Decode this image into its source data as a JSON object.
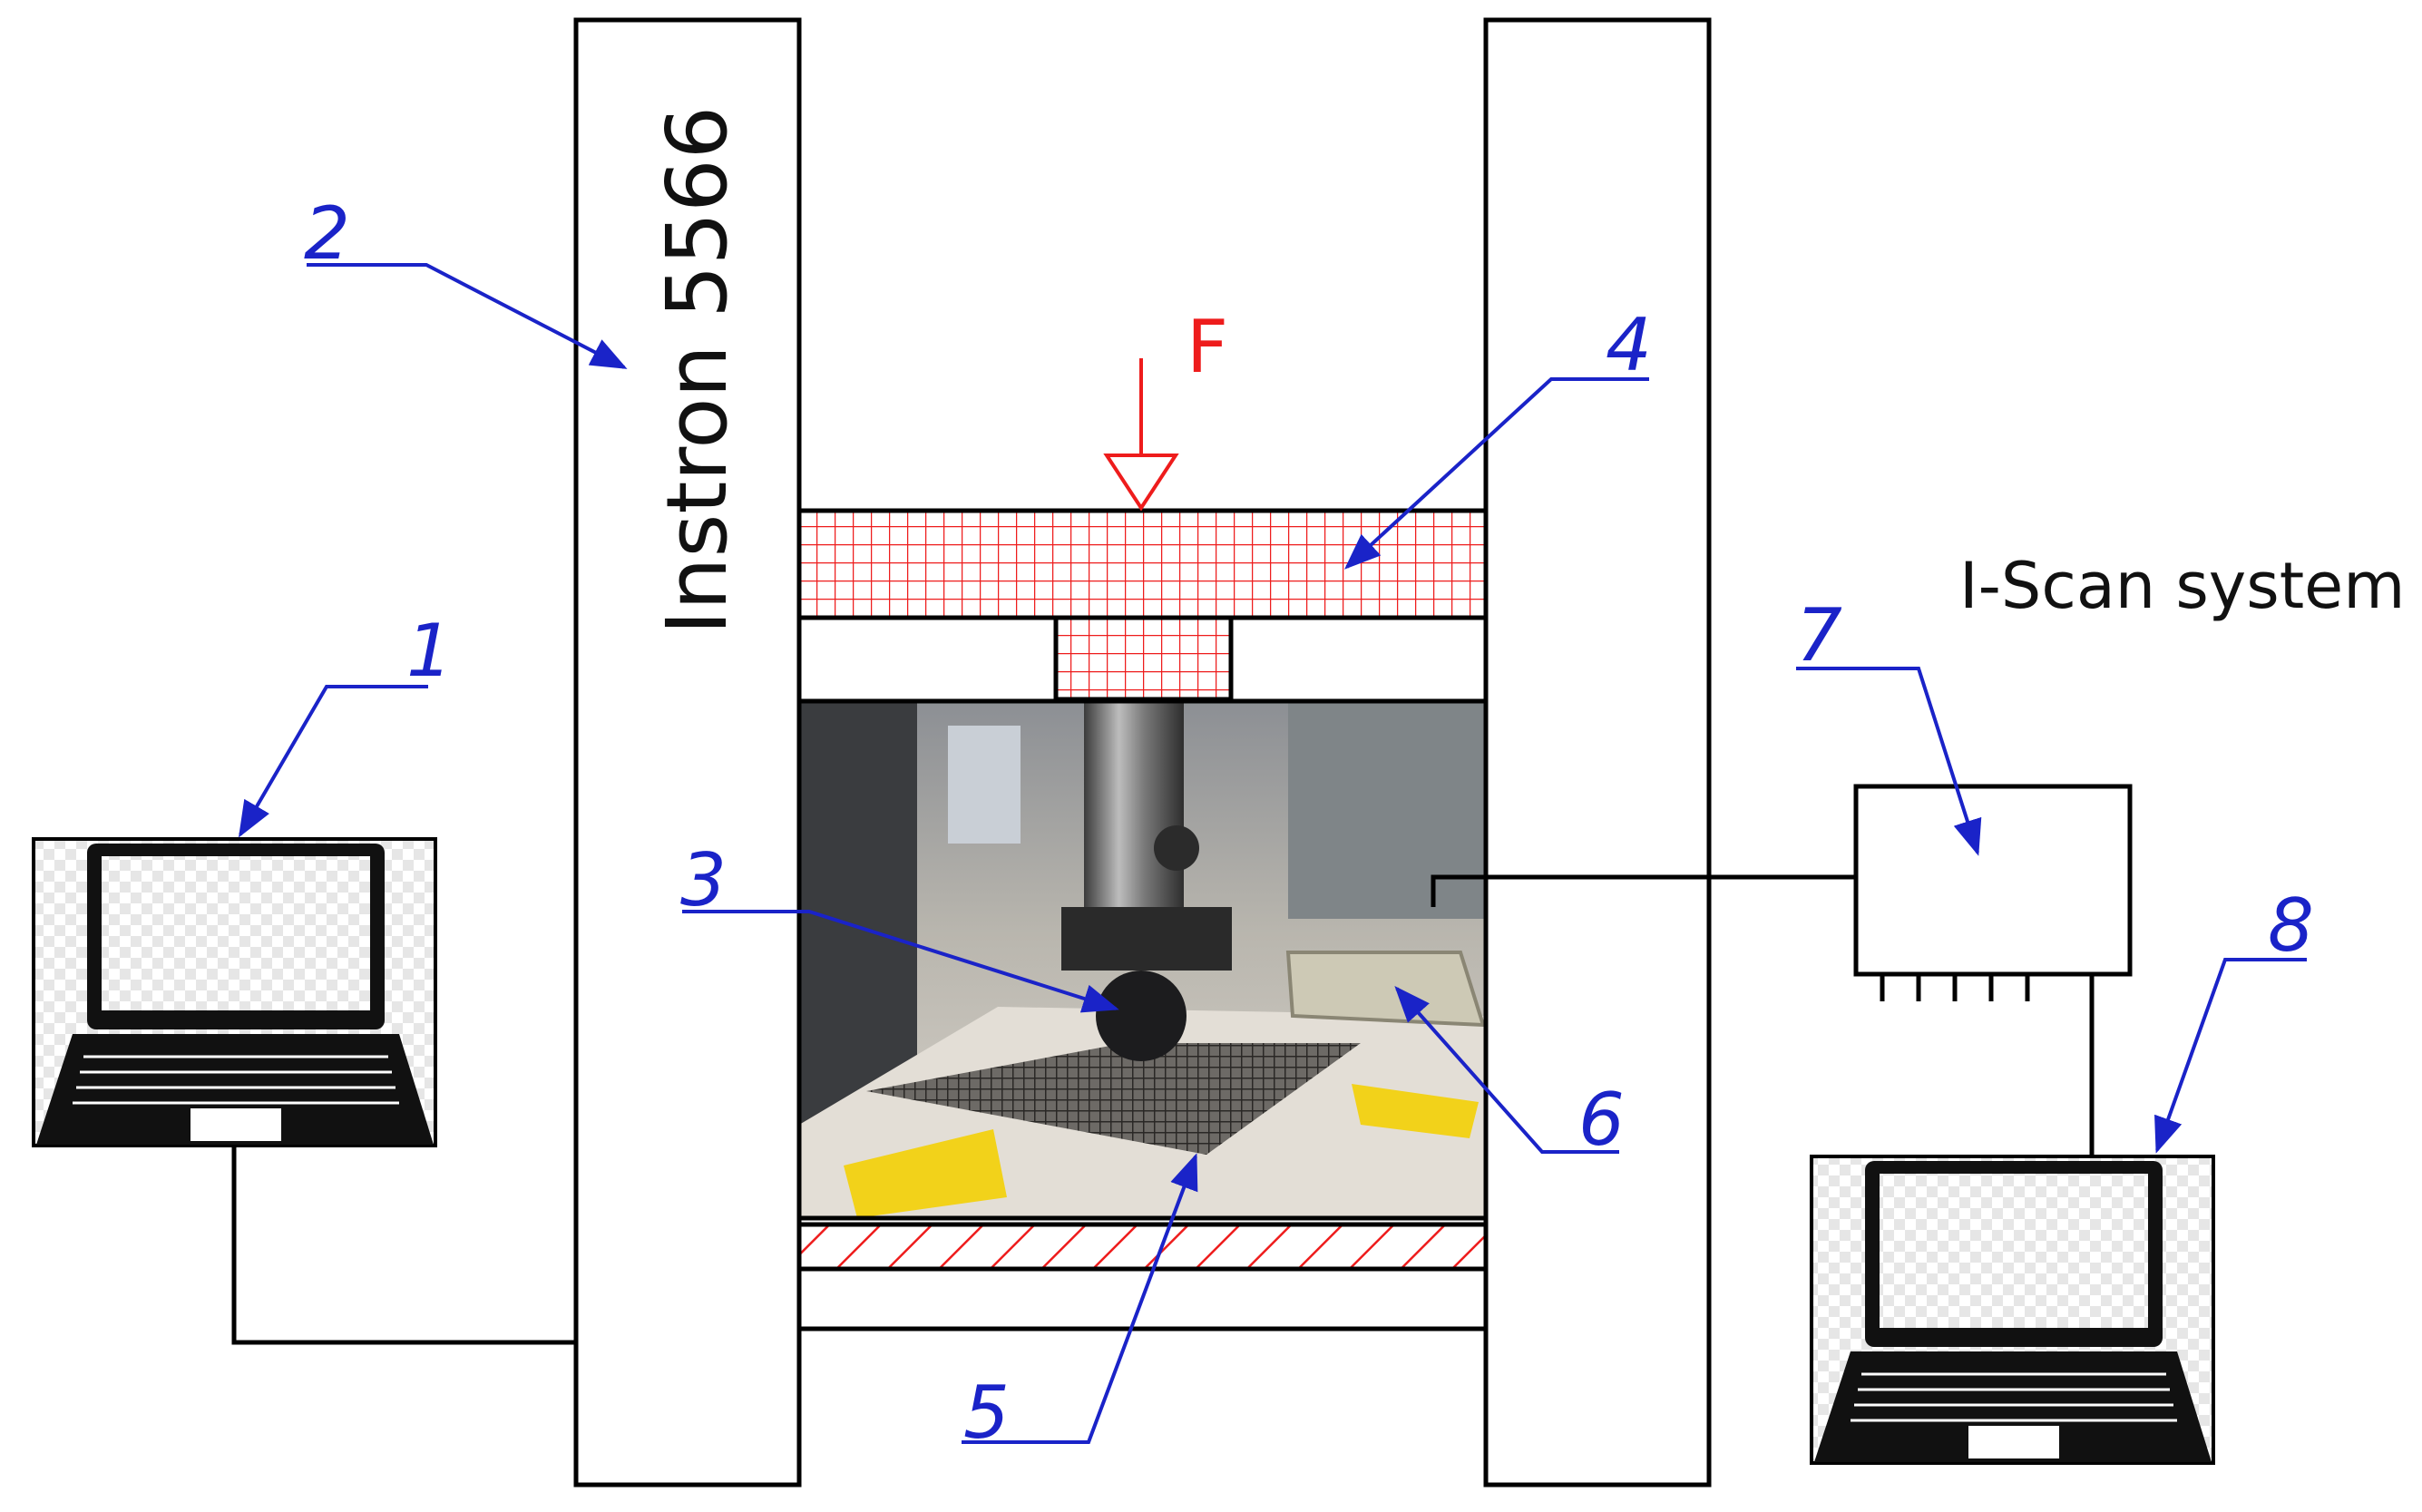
{
  "machine_label": "Instron 5566",
  "force_label": "F",
  "system_label": "I-Scan system",
  "callouts": [
    "1",
    "2",
    "3",
    "4",
    "5",
    "6",
    "7",
    "8"
  ],
  "colors": {
    "outline": "#000000",
    "leader": "#1a23c8",
    "force": "#ee1c1c",
    "hatch": "#ee1c1c",
    "tape": "#f2d21a",
    "photo_bg": "#c9c4bc"
  },
  "icons": [
    "laptop-icon",
    "laptop-icon"
  ]
}
